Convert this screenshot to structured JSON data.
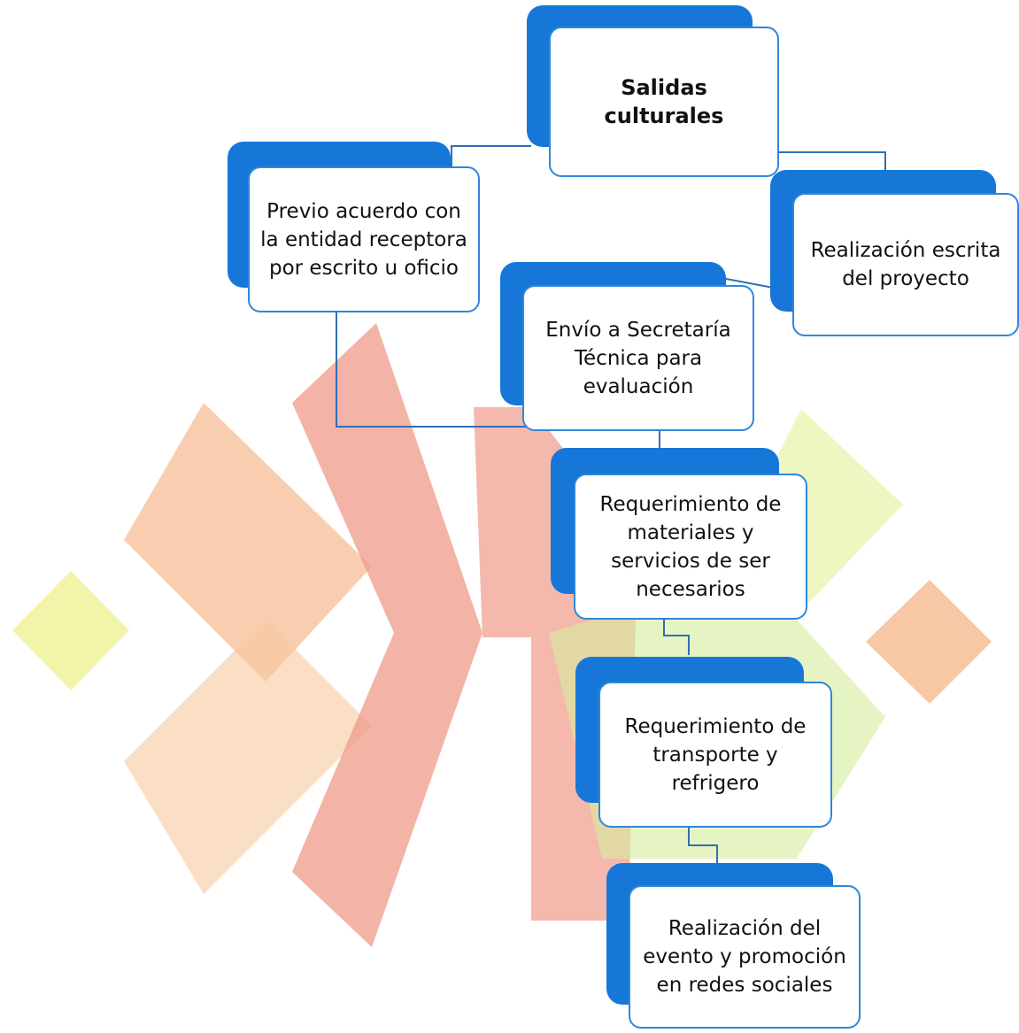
{
  "colors": {
    "tab_blue": "#1777d9",
    "card_border": "#2f86dc",
    "connector": "#2f6fb5",
    "bg_red": "#ef9a8a",
    "bg_orange": "#f6b98e",
    "bg_yellow": "#eef08e",
    "bg_green": "#cfe79a"
  },
  "nodes": {
    "salidas": {
      "label": "Salidas culturales"
    },
    "previo": {
      "label": "Previo acuerdo con la entidad receptora por escrito u oficio"
    },
    "realizacion_escrita": {
      "label": "Realización escrita del proyecto"
    },
    "envio": {
      "label": "Envío a Secretaría Técnica para evaluación"
    },
    "materiales": {
      "label": "Requerimiento de materiales y servicios de ser necesarios"
    },
    "transporte": {
      "label": "Requerimiento de transporte  y refrigero"
    },
    "evento": {
      "label": "Realización del evento y promoción en redes sociales"
    }
  },
  "edges": [
    {
      "from": "salidas",
      "to": "previo"
    },
    {
      "from": "salidas",
      "to": "realizacion_escrita"
    },
    {
      "from": "realizacion_escrita",
      "to": "envio"
    },
    {
      "from": "previo",
      "to": "envio"
    },
    {
      "from": "envio",
      "to": "materiales"
    },
    {
      "from": "materiales",
      "to": "transporte"
    },
    {
      "from": "transporte",
      "to": "evento"
    }
  ]
}
